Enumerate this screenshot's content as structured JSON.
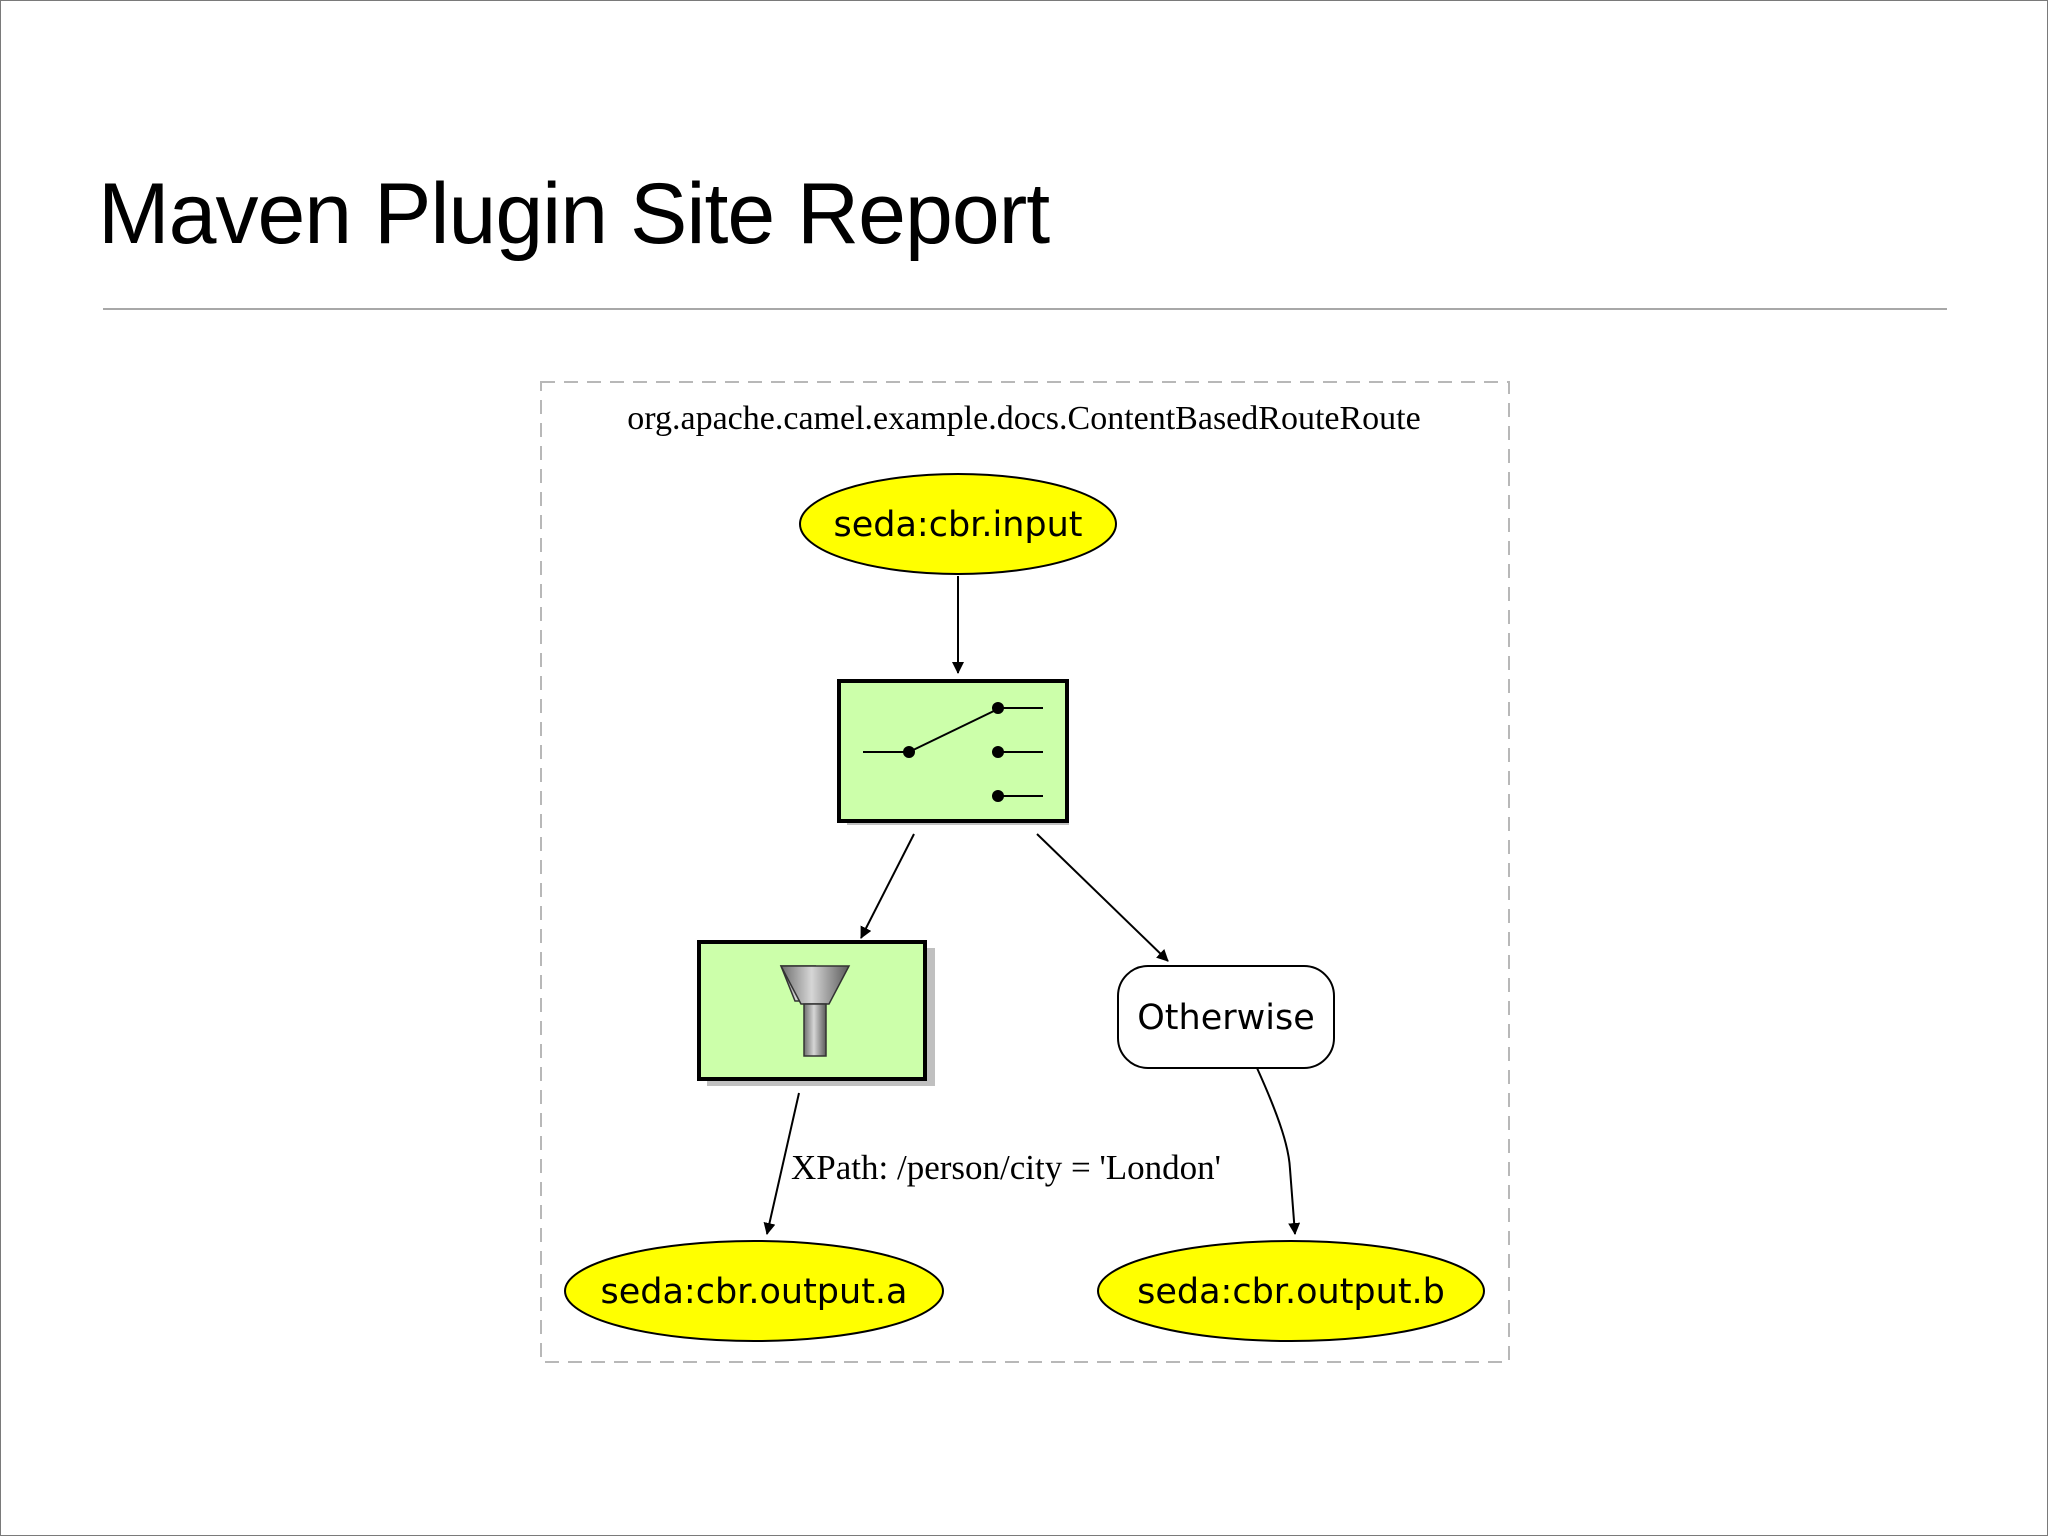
{
  "slide": {
    "title": "Maven Plugin Site Report"
  },
  "diagram": {
    "cluster_label": "org.apache.camel.example.docs.ContentBasedRouteRoute",
    "nodes": {
      "input": {
        "label": "seda:cbr.input",
        "shape": "ellipse",
        "fill": "#ffff00"
      },
      "choice": {
        "icon": "switch-icon",
        "shape": "box",
        "fill": "#ccffaa"
      },
      "filter": {
        "icon": "funnel-icon",
        "shape": "box",
        "fill": "#ccffaa"
      },
      "otherwise": {
        "label": "Otherwise",
        "shape": "rounded-box",
        "fill": "#ffffff"
      },
      "output_a": {
        "label": "seda:cbr.output.a",
        "shape": "ellipse",
        "fill": "#ffff00"
      },
      "output_b": {
        "label": "seda:cbr.output.b",
        "shape": "ellipse",
        "fill": "#ffff00"
      }
    },
    "edges": [
      {
        "from": "input",
        "to": "choice",
        "label": ""
      },
      {
        "from": "choice",
        "to": "filter",
        "label": ""
      },
      {
        "from": "choice",
        "to": "otherwise",
        "label": ""
      },
      {
        "from": "filter",
        "to": "output_a",
        "label": "XPath: /person/city = 'London'"
      },
      {
        "from": "otherwise",
        "to": "output_b",
        "label": ""
      }
    ]
  }
}
